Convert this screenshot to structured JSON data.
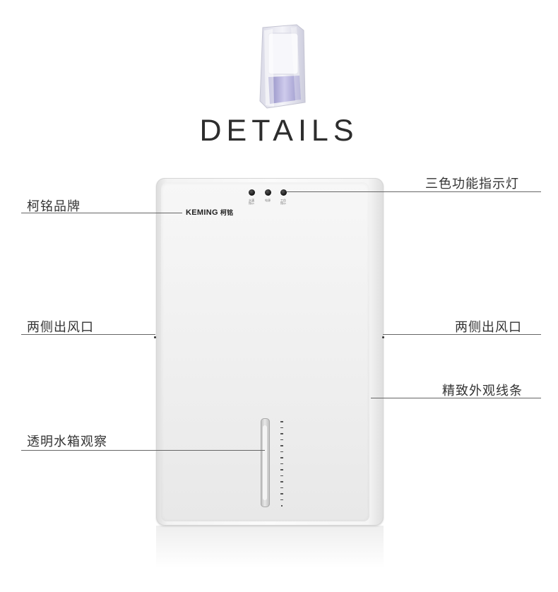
{
  "header": {
    "title": "DETAILS"
  },
  "product": {
    "brand_en": "KEMING",
    "brand_cn": "柯铭",
    "indicators": [
      {
        "label": "水满指示"
      },
      {
        "label": "电源"
      },
      {
        "label": "工作指示"
      }
    ]
  },
  "callouts": {
    "brand": "柯铭品牌",
    "indicator_lights": "三色功能指示灯",
    "left_vent": "两侧出风口",
    "right_vent": "两侧出风口",
    "contour": "精致外观线条",
    "water_tank": "透明水箱观察"
  }
}
